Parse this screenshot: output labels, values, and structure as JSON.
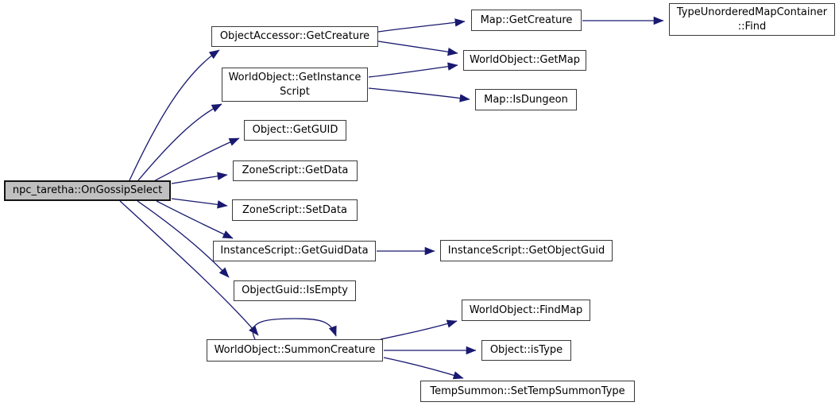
{
  "diagram": {
    "type": "call-graph",
    "background": "#ffffff",
    "edge_color": "#191970",
    "node_border_color": "#3a3a3a",
    "highlight_fill": "#c0c0c0",
    "nodes": [
      {
        "id": "npc-taretha-ongossipselect",
        "label": "npc_taretha::OnGossipSelect",
        "highlighted": true
      },
      {
        "id": "objectaccessor-getcreature",
        "label": "ObjectAccessor::GetCreature"
      },
      {
        "id": "worldobject-getinstancescript",
        "label": "WorldObject::GetInstance\nScript"
      },
      {
        "id": "object-getguid",
        "label": "Object::GetGUID"
      },
      {
        "id": "zonescript-getdata",
        "label": "ZoneScript::GetData"
      },
      {
        "id": "zonescript-setdata",
        "label": "ZoneScript::SetData"
      },
      {
        "id": "instancescript-getguiddata",
        "label": "InstanceScript::GetGuidData"
      },
      {
        "id": "objectguid-isempty",
        "label": "ObjectGuid::IsEmpty"
      },
      {
        "id": "worldobject-summoncreature",
        "label": "WorldObject::SummonCreature"
      },
      {
        "id": "map-getcreature",
        "label": "Map::GetCreature"
      },
      {
        "id": "worldobject-getmap",
        "label": "WorldObject::GetMap"
      },
      {
        "id": "map-isdungeon",
        "label": "Map::IsDungeon"
      },
      {
        "id": "typeunorderedmapcontainer-find",
        "label": "TypeUnorderedMapContainer\n::Find"
      },
      {
        "id": "instancescript-getobjectguid",
        "label": "InstanceScript::GetObjectGuid"
      },
      {
        "id": "worldobject-findmap",
        "label": "WorldObject::FindMap"
      },
      {
        "id": "object-istype",
        "label": "Object::isType"
      },
      {
        "id": "tempsummon-settempsummontype",
        "label": "TempSummon::SetTempSummonType"
      }
    ],
    "edges": [
      {
        "from": "npc_taretha::OnGossipSelect",
        "to": "ObjectAccessor::GetCreature"
      },
      {
        "from": "npc_taretha::OnGossipSelect",
        "to": "WorldObject::GetInstanceScript"
      },
      {
        "from": "npc_taretha::OnGossipSelect",
        "to": "Object::GetGUID"
      },
      {
        "from": "npc_taretha::OnGossipSelect",
        "to": "ZoneScript::GetData"
      },
      {
        "from": "npc_taretha::OnGossipSelect",
        "to": "ZoneScript::SetData"
      },
      {
        "from": "npc_taretha::OnGossipSelect",
        "to": "InstanceScript::GetGuidData"
      },
      {
        "from": "npc_taretha::OnGossipSelect",
        "to": "ObjectGuid::IsEmpty"
      },
      {
        "from": "npc_taretha::OnGossipSelect",
        "to": "WorldObject::SummonCreature"
      },
      {
        "from": "ObjectAccessor::GetCreature",
        "to": "Map::GetCreature"
      },
      {
        "from": "ObjectAccessor::GetCreature",
        "to": "WorldObject::GetMap"
      },
      {
        "from": "WorldObject::GetInstanceScript",
        "to": "WorldObject::GetMap"
      },
      {
        "from": "WorldObject::GetInstanceScript",
        "to": "Map::IsDungeon"
      },
      {
        "from": "Map::GetCreature",
        "to": "TypeUnorderedMapContainer::Find"
      },
      {
        "from": "InstanceScript::GetGuidData",
        "to": "InstanceScript::GetObjectGuid"
      },
      {
        "from": "WorldObject::SummonCreature",
        "to": "WorldObject::SummonCreature"
      },
      {
        "from": "WorldObject::SummonCreature",
        "to": "WorldObject::FindMap"
      },
      {
        "from": "WorldObject::SummonCreature",
        "to": "Object::isType"
      },
      {
        "from": "WorldObject::SummonCreature",
        "to": "TempSummon::SetTempSummonType"
      }
    ]
  }
}
